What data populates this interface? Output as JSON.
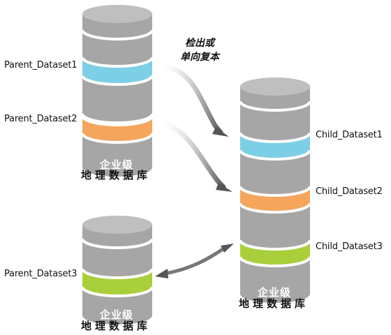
{
  "databases": [
    {
      "id": "parent-db-1",
      "caption_top": "企业级",
      "caption_bottom": "地理数据库"
    },
    {
      "id": "parent-db-2",
      "caption_top": "企业级",
      "caption_bottom": "地理数据库"
    },
    {
      "id": "child-db",
      "caption_top": "企业级",
      "caption_bottom": "地理数据库"
    }
  ],
  "datasets": {
    "parent_1": "Parent_Dataset1",
    "parent_2": "Parent_Dataset2",
    "parent_3": "Parent_Dataset3",
    "child_1": "Child_Dataset1",
    "child_2": "Child_Dataset2",
    "child_3": "Child_Dataset3"
  },
  "operation": {
    "line1": "检出或",
    "line2": "单向复本"
  },
  "colors": {
    "cylinder_body": "#a6a6a6",
    "cylinder_top": "#b7b7b7",
    "separator": "#ffffff",
    "dataset_blue": "#7dcfe6",
    "dataset_orange": "#f5a55c",
    "dataset_green": "#a9cf3b",
    "arrow": "#6b6b6b"
  }
}
